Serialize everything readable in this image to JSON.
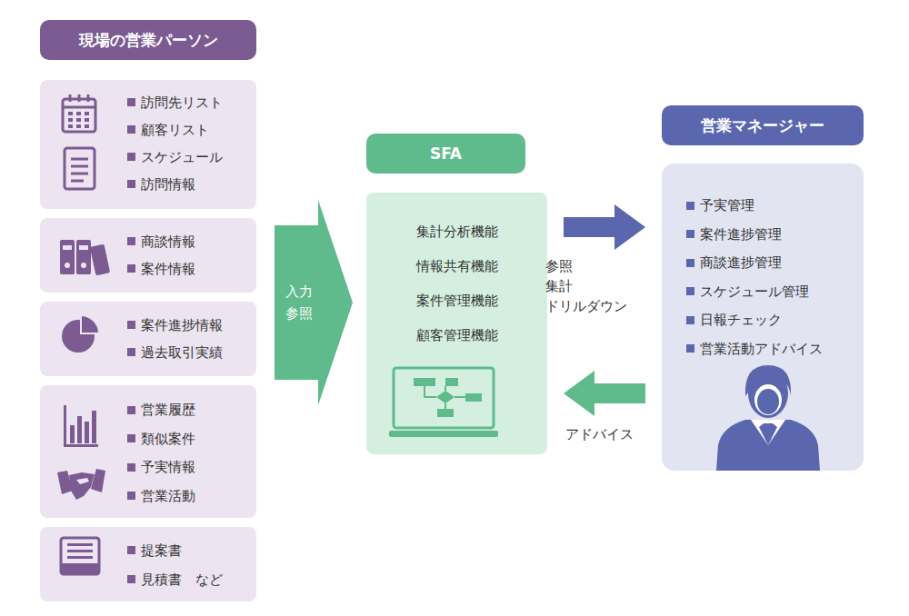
{
  "diagram": {
    "nodes": [
      {
        "text": [
          "現場の営業パーソン"
        ]
      },
      {
        "text": [
          "訪問先リスト",
          "顧客リスト",
          "スケジュール",
          "訪問情報"
        ]
      },
      {
        "text": [
          "商談情報",
          "案件情報"
        ]
      },
      {
        "text": [
          "案件進捗情報",
          "過去取引実績"
        ]
      },
      {
        "text": [
          "営業履歴",
          "類似案件",
          "予実情報",
          "営業活動"
        ]
      },
      {
        "text": [
          "提案書",
          "見積書　など"
        ]
      },
      {
        "text": [
          "入力 参照"
        ]
      },
      {
        "text": [
          "SFA"
        ]
      },
      {
        "text": [
          "集計分析機能",
          "情報共有機能",
          "案件管理機能",
          "顧客管理機能"
        ]
      },
      {
        "text": [
          "営業マネージャー"
        ]
      },
      {
        "text": [
          "予実管理",
          "案件進捗管理",
          "商談進捗管理",
          "スケジュール管理",
          "日報チェック",
          "営業活動アドバイス"
        ]
      }
    ],
    "edges": [
      {
        "from": 8,
        "to": 10,
        "arrow": "to",
        "label": "参照 集計 ドリルダウン"
      },
      {
        "from": 10,
        "to": 8,
        "arrow": "to",
        "label": "アドバイス"
      }
    ]
  }
}
